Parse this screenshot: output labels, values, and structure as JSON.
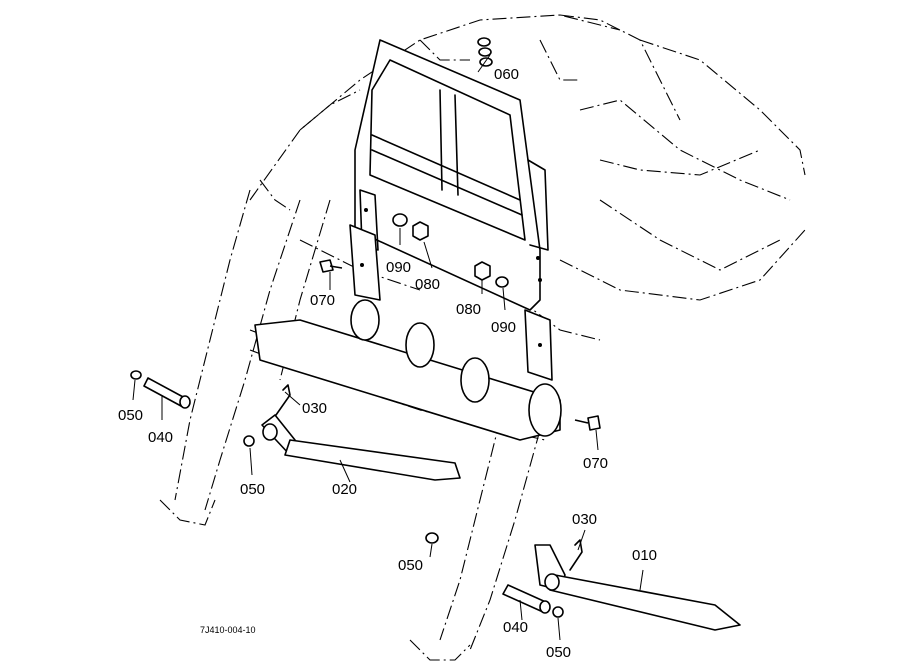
{
  "drawing_ref": "7J410-004-10",
  "callouts": {
    "c060": "060",
    "c090a": "090",
    "c080a": "080",
    "c070a": "070",
    "c080b": "080",
    "c090b": "090",
    "c030a": "030",
    "c050a": "050",
    "c040a": "040",
    "c050b": "050",
    "c020": "020",
    "c070b": "070",
    "c030b": "030",
    "c010": "010",
    "c050c": "050",
    "c040b": "040",
    "c050d": "050"
  }
}
